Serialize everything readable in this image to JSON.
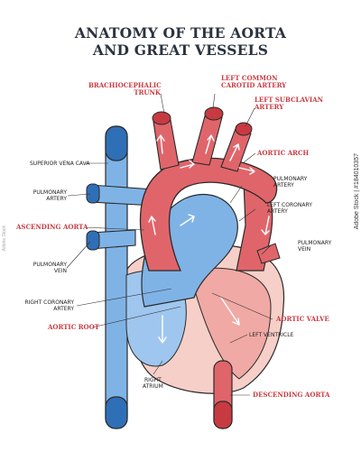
{
  "title": {
    "line1": "ANATOMY OF THE AORTA",
    "line2": "AND GREAT VESSELS"
  },
  "labels": {
    "brachiocephalic_trunk": [
      "BRACHIOCEPHALIC",
      "TRUNK"
    ],
    "left_common_carotid_artery": [
      "LEFT COMMON",
      "CAROTID ARTERY"
    ],
    "left_subclavian_artery": [
      "LEFT SUBCLAVIAN",
      "ARTERY"
    ],
    "superior_vena_cava": "SUPERIOR VENA CAVA",
    "aortic_arch": "AORTIC ARCH",
    "pulmonary_artery_right": [
      "PULMONARY",
      "ARTERY"
    ],
    "pulmonary_artery_left": [
      "PULMONARY",
      "ARTERY"
    ],
    "left_coronary_artery": [
      "LEFT CORONARY",
      "ARTERY"
    ],
    "ascending_aorta": "ASCENDING AORTA",
    "pulmonary_vein_right": [
      "PULMONARY",
      "VEIN"
    ],
    "pulmonary_vein_left": [
      "PULMONARY",
      "VEIN"
    ],
    "right_coronary_artery": [
      "RIGHT CORONARY",
      "ARTERY"
    ],
    "aortic_valve": "AORTIC VALVE",
    "aortic_root": "AORTIC ROOT",
    "left_ventricle": "LEFT VENTRICLE",
    "right_atrium": [
      "RIGHT",
      "ATRIUM"
    ],
    "descending_aorta": "DESCENDING AORTA"
  },
  "stock_id": "Adobe Stock | #184010357",
  "watermark": "Adobe Stock",
  "colors": {
    "artery": "#e0656a",
    "artery_dark": "#c83a42",
    "vein": "#7fb3e6",
    "vein_dark": "#2f6fb6",
    "heart_pink": "#f6cfc8",
    "label_red": "#c83a42"
  }
}
